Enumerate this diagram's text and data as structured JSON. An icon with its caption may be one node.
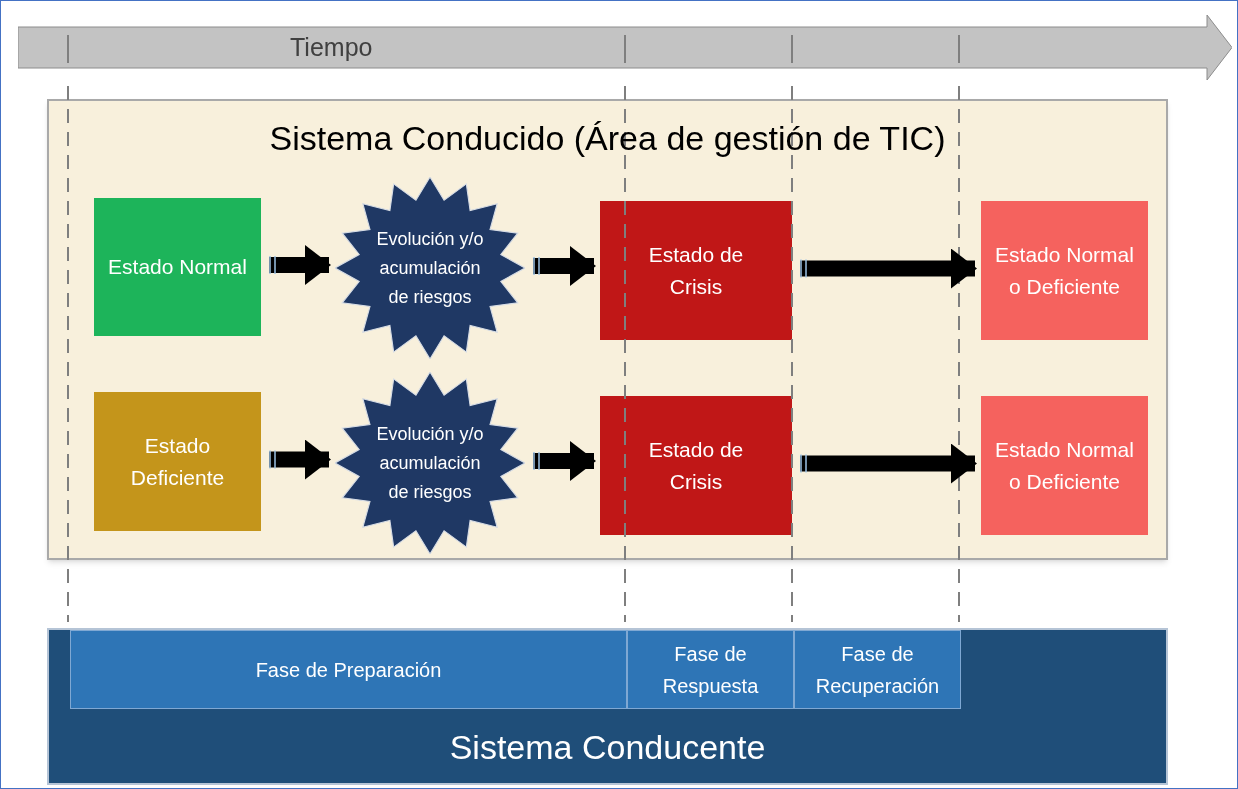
{
  "diagram": {
    "nodes": [
      {
        "text": [
          "Tiempo"
        ]
      },
      {
        "text": [
          "Sistema Conducido (Área de gestión de TIC)"
        ]
      },
      {
        "text": [
          "Estado Normal"
        ],
        "in": 1
      },
      {
        "text": [
          "Evolución y/o acumulación de riesgos"
        ],
        "in": 1
      },
      {
        "text": [
          "Estado de Crisis"
        ],
        "in": 1
      },
      {
        "text": [
          "Estado Normal o Deficiente"
        ],
        "in": 1
      },
      {
        "text": [
          "Estado Deficiente"
        ],
        "in": 1
      },
      {
        "text": [
          "Evolución y/o acumulación de riesgos"
        ],
        "in": 1
      },
      {
        "text": [
          "Estado de Crisis"
        ],
        "in": 1
      },
      {
        "text": [
          "Estado Normal o Deficiente"
        ],
        "in": 1
      },
      {
        "text": [
          "Sistema Conducente"
        ]
      },
      {
        "text": [
          "Fase de Preparación"
        ],
        "in": 10
      },
      {
        "text": [
          "Fase de Respuesta"
        ],
        "in": 10
      },
      {
        "text": [
          "Fase de Recuperación"
        ],
        "in": 10
      }
    ],
    "edges": [
      {
        "from": 2,
        "to": 3,
        "arrow": "to"
      },
      {
        "from": 3,
        "to": 4,
        "arrow": "to"
      },
      {
        "from": 4,
        "to": 5,
        "arrow": "to"
      },
      {
        "from": 6,
        "to": 7,
        "arrow": "to"
      },
      {
        "from": 7,
        "to": 8,
        "arrow": "to"
      },
      {
        "from": 8,
        "to": 9,
        "arrow": "to"
      }
    ]
  }
}
